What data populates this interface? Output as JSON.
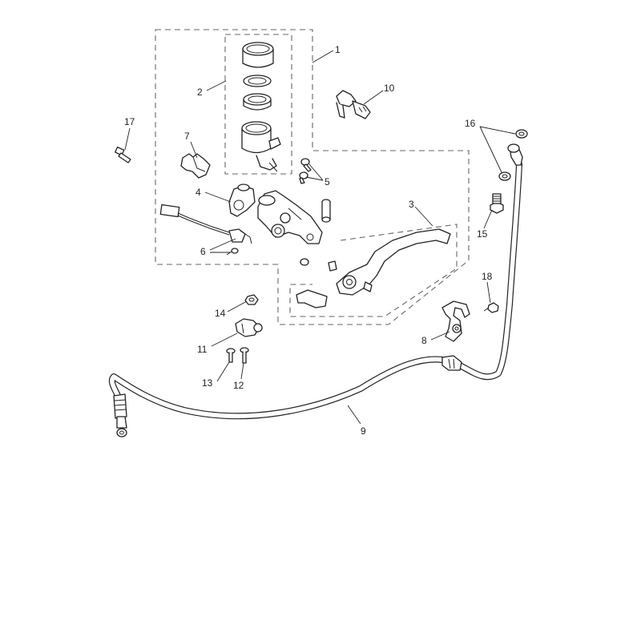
{
  "callouts": {
    "c1": "1",
    "c2": "2",
    "c3": "3",
    "c4": "4",
    "c5": "5",
    "c6": "6",
    "c7": "7",
    "c8": "8",
    "c9": "9",
    "c10": "10",
    "c11": "11",
    "c12": "12",
    "c13": "13",
    "c14": "14",
    "c15": "15",
    "c16": "16",
    "c17": "17",
    "c18": "18"
  },
  "colors": {
    "line": "#222222",
    "dashed_frame": "#666666",
    "background": "#ffffff"
  }
}
